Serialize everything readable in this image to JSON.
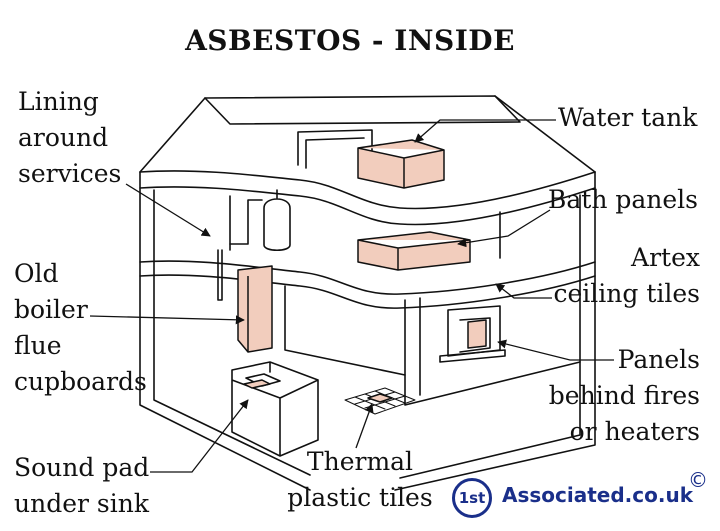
{
  "title": "ASBESTOS - INSIDE",
  "labels": {
    "lining": [
      "Lining",
      "around",
      "services"
    ],
    "water_tank": "Water tank",
    "bath_panels": "Bath panels",
    "artex": [
      "Artex",
      "ceiling tiles"
    ],
    "boiler": [
      "Old",
      "boiler",
      "flue",
      "cupboards"
    ],
    "panels": [
      "Panels",
      "behind fires",
      "or heaters"
    ],
    "sound_pad": [
      "Sound pad",
      "under sink"
    ],
    "thermal": [
      "Thermal",
      "plastic tiles"
    ]
  },
  "logo": {
    "badge": "1st",
    "text": "Associated.co.uk",
    "copyright": "©"
  },
  "colors": {
    "ink": "#111111",
    "asbestos_fill": "#f2cdbd",
    "logo_blue": "#1a2f8a"
  }
}
